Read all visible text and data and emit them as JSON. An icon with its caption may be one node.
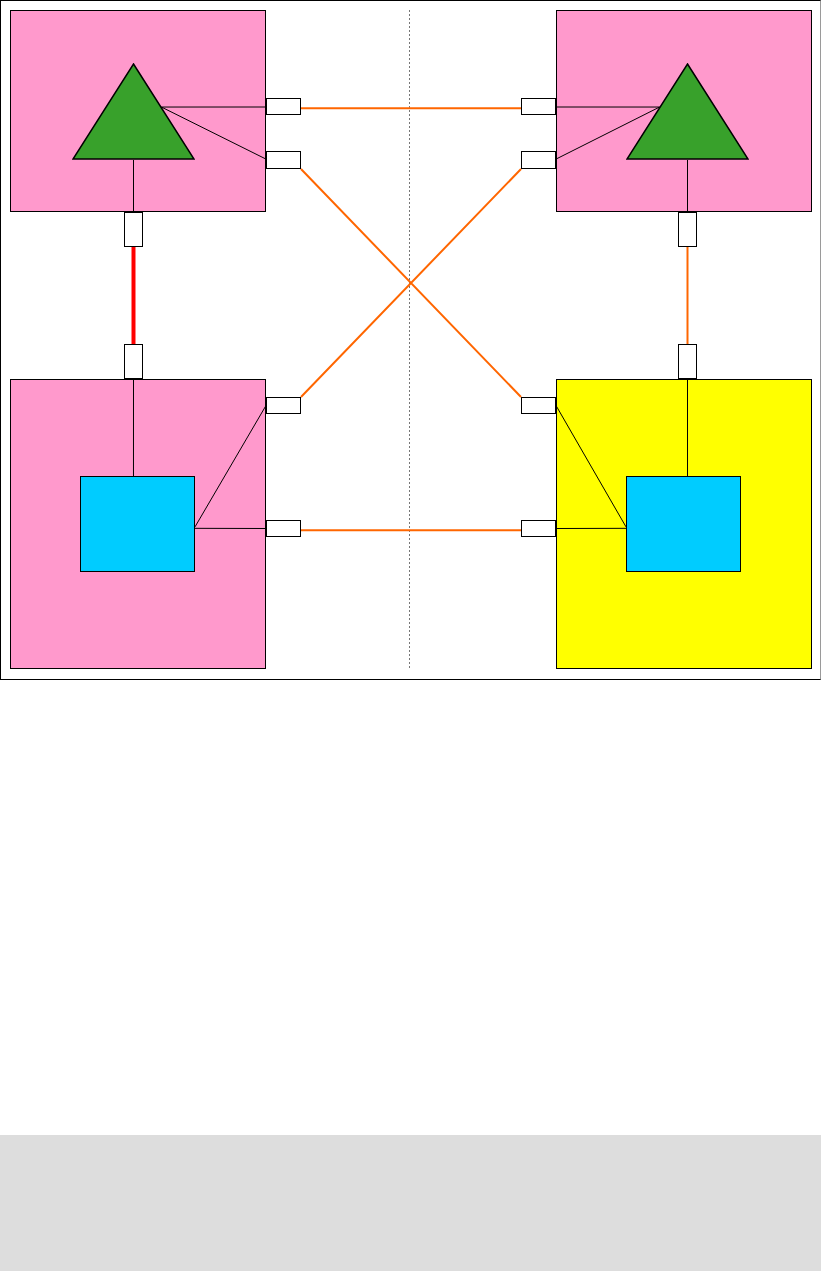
{
  "diagram": {
    "nodes": [
      {
        "text": [],
        "shape": "box"
      },
      {
        "text": [],
        "shape": "triangle",
        "in": 0
      },
      {
        "text": [],
        "shape": "box"
      },
      {
        "text": [],
        "shape": "box"
      },
      {
        "text": [],
        "shape": "box"
      },
      {
        "text": [],
        "shape": "box"
      },
      {
        "text": [],
        "shape": "triangle",
        "in": 5
      },
      {
        "text": [],
        "shape": "box"
      },
      {
        "text": [],
        "shape": "box"
      },
      {
        "text": [],
        "shape": "box"
      },
      {
        "text": [],
        "shape": "box"
      },
      {
        "text": [],
        "shape": "box",
        "in": 10
      },
      {
        "text": [],
        "shape": "box"
      },
      {
        "text": [],
        "shape": "box"
      },
      {
        "text": [],
        "shape": "box"
      },
      {
        "text": [],
        "shape": "box"
      },
      {
        "text": [],
        "shape": "box",
        "in": 15
      },
      {
        "text": [],
        "shape": "box"
      },
      {
        "text": [],
        "shape": "box"
      },
      {
        "text": [],
        "shape": "box"
      }
    ],
    "edges": [
      {
        "from": 1,
        "to": 2,
        "arrow": "none"
      },
      {
        "from": 1,
        "to": 3,
        "arrow": "none"
      },
      {
        "from": 1,
        "to": 4,
        "arrow": "none"
      },
      {
        "from": 6,
        "to": 7,
        "arrow": "none"
      },
      {
        "from": 6,
        "to": 8,
        "arrow": "none"
      },
      {
        "from": 6,
        "to": 9,
        "arrow": "none"
      },
      {
        "from": 11,
        "to": 12,
        "arrow": "none"
      },
      {
        "from": 11,
        "to": 13,
        "arrow": "none"
      },
      {
        "from": 11,
        "to": 14,
        "arrow": "none"
      },
      {
        "from": 16,
        "to": 17,
        "arrow": "none"
      },
      {
        "from": 16,
        "to": 18,
        "arrow": "none"
      },
      {
        "from": 16,
        "to": 19,
        "arrow": "none"
      },
      {
        "from": 2,
        "to": 7,
        "arrow": "none",
        "color": "#ff6600"
      },
      {
        "from": 3,
        "to": 18,
        "arrow": "none",
        "color": "#ff6600"
      },
      {
        "from": 8,
        "to": 13,
        "arrow": "none",
        "color": "#ff6600"
      },
      {
        "from": 14,
        "to": 19,
        "arrow": "none",
        "color": "#ff6600"
      },
      {
        "from": 9,
        "to": 17,
        "arrow": "none",
        "color": "#ff6600"
      },
      {
        "from": 4,
        "to": 12,
        "arrow": "none",
        "style": "thick",
        "color": "#ff0000"
      }
    ]
  }
}
